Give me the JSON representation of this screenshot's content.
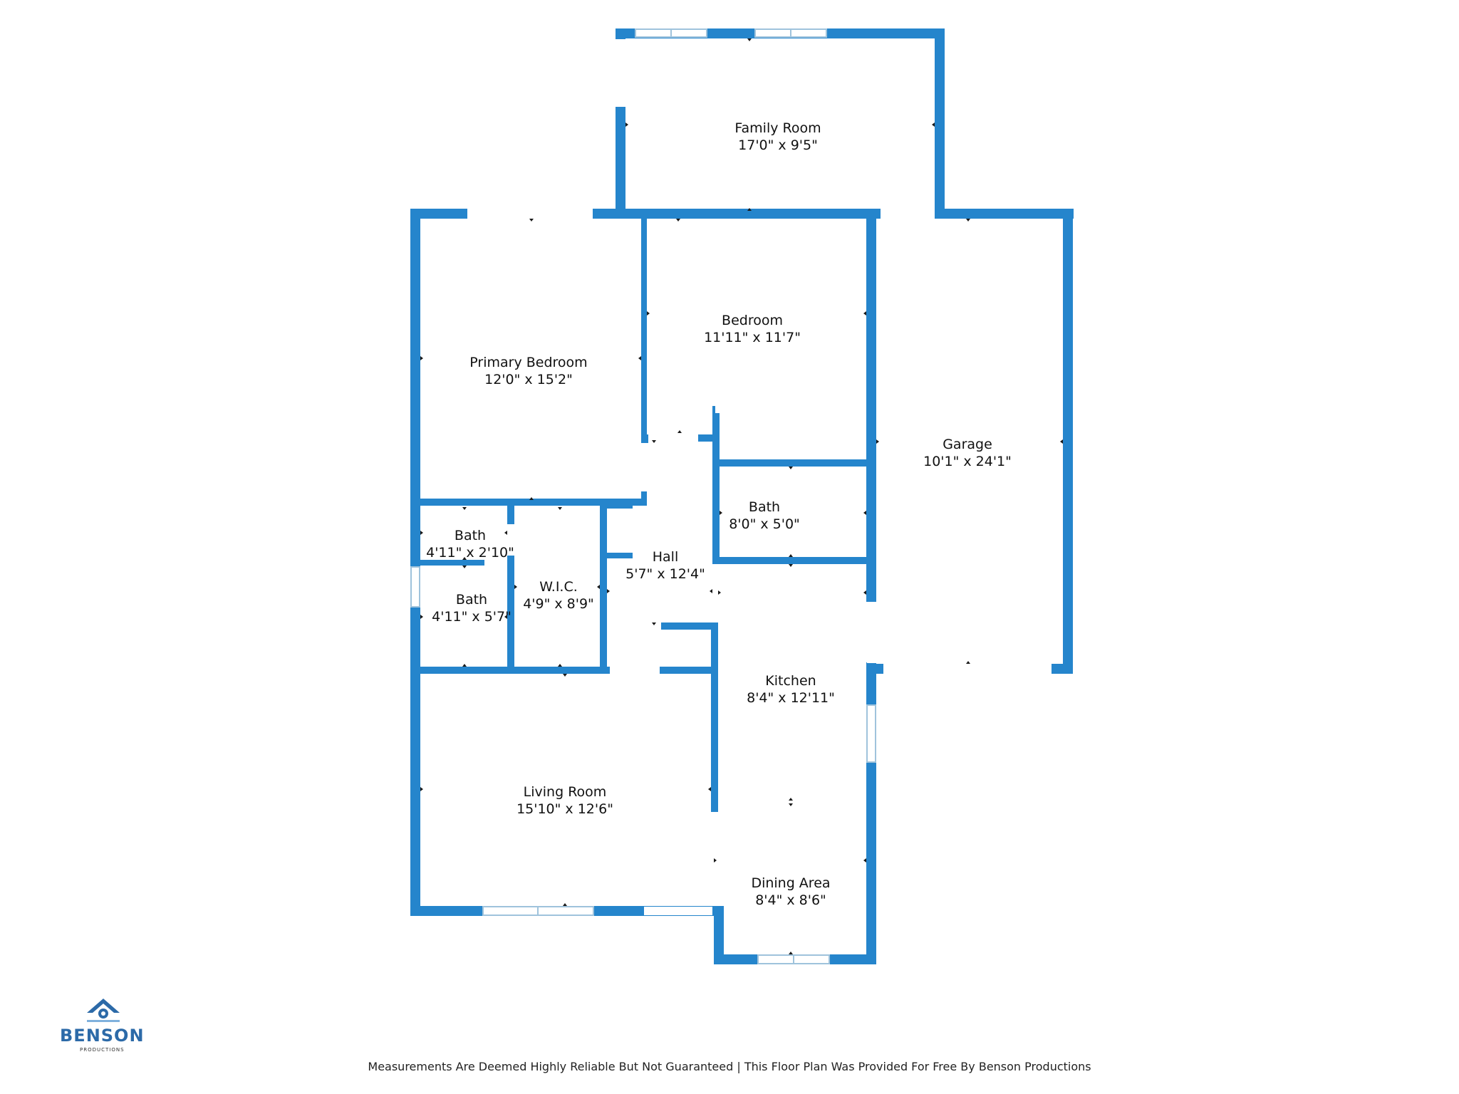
{
  "rooms": {
    "family_room": {
      "name": "Family Room",
      "dims": "17'0\" x 9'5\""
    },
    "bedroom": {
      "name": "Bedroom",
      "dims": "11'11\" x 11'7\""
    },
    "primary_bedroom": {
      "name": "Primary Bedroom",
      "dims": "12'0\" x 15'2\""
    },
    "garage": {
      "name": "Garage",
      "dims": "10'1\" x 24'1\""
    },
    "bath_hall": {
      "name": "Bath",
      "dims": "8'0\" x 5'0\""
    },
    "bath_small": {
      "name": "Bath",
      "dims": "4'11\" x 2'10\""
    },
    "bath_primary": {
      "name": "Bath",
      "dims": "4'11\" x 5'7\""
    },
    "wic": {
      "name": "W.I.C.",
      "dims": "4'9\" x 8'9\""
    },
    "hall": {
      "name": "Hall",
      "dims": "5'7\" x 12'4\""
    },
    "kitchen": {
      "name": "Kitchen",
      "dims": "8'4\" x 12'11\""
    },
    "living_room": {
      "name": "Living Room",
      "dims": "15'10\" x 12'6\""
    },
    "dining_area": {
      "name": "Dining Area",
      "dims": "8'4\" x 8'6\""
    }
  },
  "footer": {
    "disclaimer": "Measurements Are Deemed Highly Reliable But Not Guaranteed | This Floor Plan Was Provided For Free By Benson Productions"
  },
  "logo": {
    "name": "BENSON",
    "tagline": "PRODUCTIONS"
  },
  "colors": {
    "wall": "#2585cc",
    "window_outline": "#9fc3dc",
    "logo": "#2c6aa8"
  }
}
